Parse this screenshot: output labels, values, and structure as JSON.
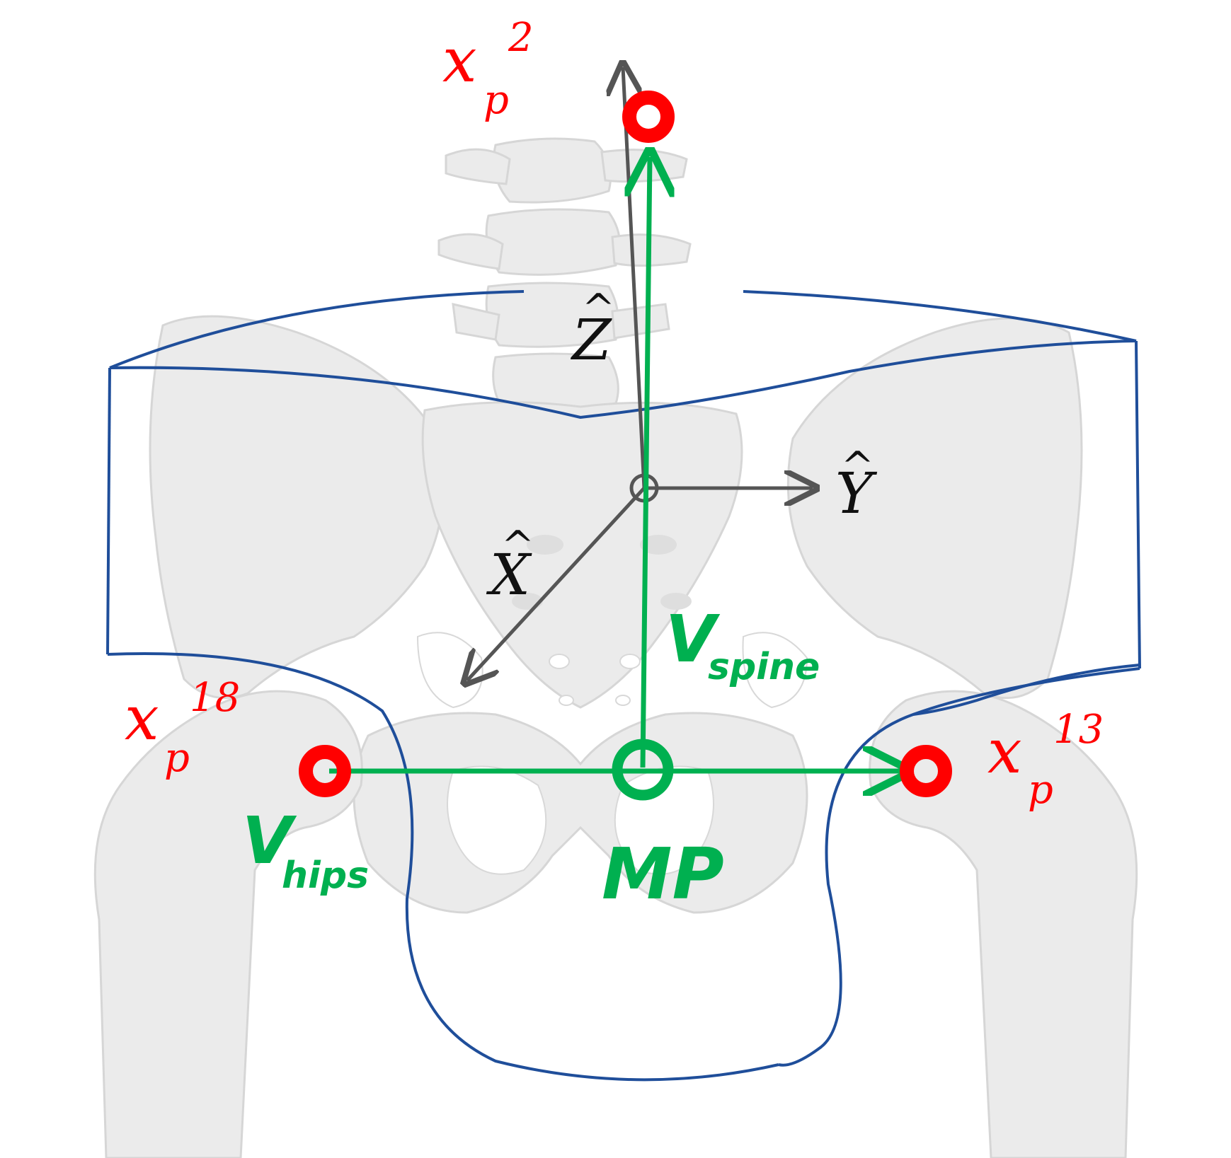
{
  "colors": {
    "marker_red": "#ff0000",
    "vector_green": "#00b050",
    "axis_gray": "#555555",
    "outline_blue": "#1f4e9a",
    "bone": "#ebebeb",
    "bone_edge": "#d2d2d2",
    "label_black": "#111111"
  },
  "labels": {
    "xp2_base": "x",
    "xp2_sub": "p",
    "xp2_sup": "2",
    "xp18_base": "x",
    "xp18_sub": "p",
    "xp18_sup": "18",
    "xp13_base": "x",
    "xp13_sub": "p",
    "xp13_sup": "13",
    "z_axis": "Z",
    "y_axis": "Y",
    "x_axis": "X",
    "hat": "^",
    "v_spine_base": "V",
    "v_spine_sub": "spine",
    "v_hips_base": "V",
    "v_hips_sub": "hips",
    "mp": "MP"
  },
  "icons": {
    "background": "pelvis-illustration",
    "marker": "ring-marker"
  }
}
